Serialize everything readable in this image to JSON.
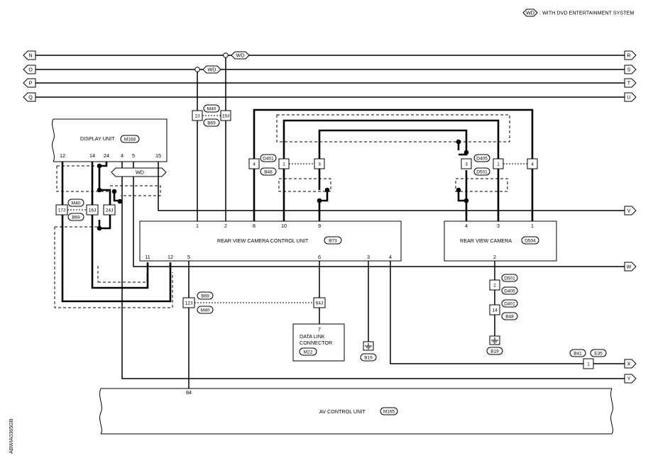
{
  "legend": {
    "code": "WD",
    "text": ": WITH DVD ENTERTAINMENT SYSTEM"
  },
  "side_code": "ABWIA0365GB",
  "arrows": {
    "left": [
      "N",
      "O",
      "P",
      "Q"
    ],
    "right": [
      "R",
      "S",
      "T",
      "U",
      "V",
      "W",
      "X",
      "Y"
    ]
  },
  "wd_tags": {
    "top1": "WD",
    "top2": "WD",
    "display": "WD"
  },
  "display_unit": {
    "label": "DISPLAY UNIT",
    "code": "M168",
    "pins": [
      "12",
      "14",
      "24",
      "4",
      "5",
      "15"
    ]
  },
  "connectors": {
    "m40_b69_top": {
      "codes": [
        "M40",
        "B69"
      ],
      "pins": [
        "2J",
        "19J"
      ]
    },
    "m40_b69_left": {
      "codes": [
        "M40",
        "B69"
      ],
      "pins": [
        "17J",
        "16J",
        "24J"
      ]
    },
    "d401_b48": {
      "codes": [
        "D401",
        "B48"
      ],
      "pins": [
        "4",
        "1",
        "3"
      ]
    },
    "d405_d501": {
      "codes": [
        "D405",
        "D501"
      ],
      "pins": [
        "3",
        "1",
        "4"
      ]
    },
    "b69_m40_bottom": {
      "codes": [
        "B69",
        "M40"
      ],
      "pins": [
        "12J",
        "64J"
      ]
    },
    "camera_stack": {
      "codes": [
        "D501",
        "D405",
        "D401",
        "B48"
      ],
      "pins": [
        "2",
        "14"
      ]
    },
    "b41_e35": {
      "codes": [
        "B41",
        "E35"
      ],
      "pin": "1"
    }
  },
  "rvccu": {
    "label": "REAR VIEW CAMERA CONTROL UNIT",
    "code": "B73",
    "top_pins": [
      "1",
      "2",
      "8",
      "10",
      "9"
    ],
    "bottom_pins": [
      "11",
      "12",
      "5",
      "6",
      "3",
      "4"
    ]
  },
  "camera": {
    "label": "REAR VIEW CAMERA",
    "code": "D504",
    "top_pins": [
      "4",
      "3",
      "1"
    ],
    "bottom_pin": "2"
  },
  "data_link": {
    "label_line1": "DATA LINK",
    "label_line2": "CONNECTOR",
    "code": "M22",
    "pin": "7"
  },
  "grounds": {
    "g1": "B19",
    "g2": "B19"
  },
  "av_unit": {
    "label": "AV CONTROL UNIT",
    "code": "M165",
    "pin": "84"
  }
}
